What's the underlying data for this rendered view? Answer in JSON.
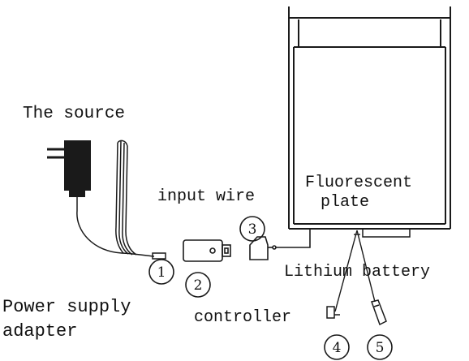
{
  "labels": {
    "source": "The source",
    "input_wire": "input wire",
    "fluorescent_line1": "Fluorescent",
    "fluorescent_line2": "plate",
    "lithium_battery": "Lithium battery",
    "power_supply_line1": "Power supply",
    "power_supply_line2": "adapter",
    "controller": "controller"
  },
  "numbers": [
    "1",
    "2",
    "3",
    "4",
    "5"
  ]
}
